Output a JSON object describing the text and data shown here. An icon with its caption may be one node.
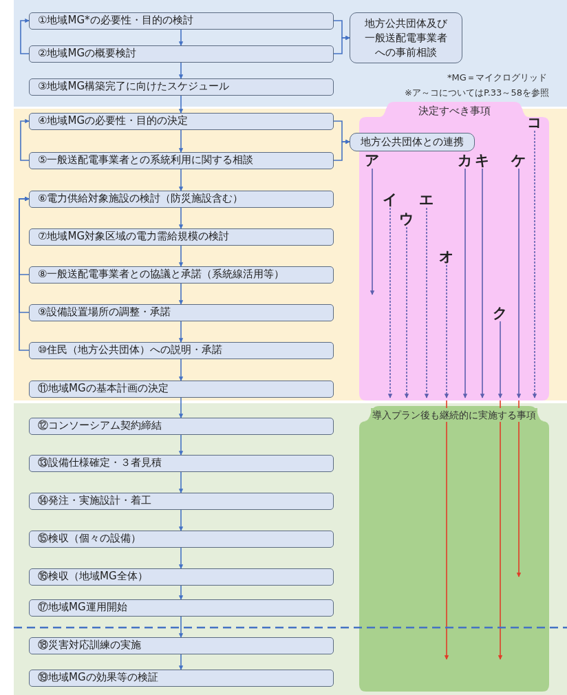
{
  "diagram": {
    "nodes": [
      {
        "text": [],
        "shape": "band"
      },
      {
        "text": [
          "①地域MG*の必要性・目的の検討"
        ],
        "in": 0
      },
      {
        "text": [
          "②地域MGの概要検討"
        ],
        "in": 0
      },
      {
        "text": [
          "地方公共団体及び一般送配電事業者への事前相談"
        ],
        "in": 0
      },
      {
        "text": [
          "③地域MG構築完了に向けたスケジュール"
        ],
        "in": 0
      },
      {
        "text": [],
        "shape": "band"
      },
      {
        "text": [
          "④地域MGの必要性・目的の決定"
        ],
        "in": 5
      },
      {
        "text": [
          "⑤一般送配電事業者との系統利用に関する相談"
        ],
        "in": 5
      },
      {
        "text": [
          "決定すべき事項"
        ],
        "in": 5
      },
      {
        "text": [
          "地方公共団体との連携"
        ],
        "in": 5
      },
      {
        "text": [
          "⑥電力供給対象施設の検討（防災施設含む）"
        ],
        "in": 5
      },
      {
        "text": [
          "⑦地域MG対象区域の電力需給規模の検討"
        ],
        "in": 5
      },
      {
        "text": [
          "⑧一般送配電事業者との協議と承諾（系統線活用等）"
        ],
        "in": 5
      },
      {
        "text": [
          "⑨設備設置場所の調整・承諾"
        ],
        "in": 5
      },
      {
        "text": [
          "⑩住民（地方公共団体）への説明・承諾"
        ],
        "in": 5
      },
      {
        "text": [
          "⑪地域MGの基本計画の決定"
        ],
        "in": 5
      },
      {
        "text": [],
        "shape": "band"
      },
      {
        "text": [
          "⑫コンソーシアム契約締結"
        ],
        "in": 16
      },
      {
        "text": [
          "⑬設備仕様確定・３者見積"
        ],
        "in": 16
      },
      {
        "text": [
          "⑭発注・実施設計・着工"
        ],
        "in": 16
      },
      {
        "text": [
          "⑮検収（個々の設備）"
        ],
        "in": 16
      },
      {
        "text": [
          "⑯検収（地域MG全体）"
        ],
        "in": 16
      },
      {
        "text": [
          "⑰地域MG運用開始"
        ],
        "in": 16
      },
      {
        "text": [
          "⑱災害対応訓練の実施"
        ],
        "in": 16
      },
      {
        "text": [
          "⑲地域MGの効果等の検証"
        ],
        "in": 16
      },
      {
        "text": [
          "導入プラン後も継続的に実施する事項"
        ],
        "in": 16
      },
      {
        "text": [
          "ア"
        ],
        "in": 8
      },
      {
        "text": [
          "イ"
        ],
        "in": 8
      },
      {
        "text": [
          "ウ"
        ],
        "in": 8
      },
      {
        "text": [
          "エ"
        ],
        "in": 8
      },
      {
        "text": [
          "オ"
        ],
        "in": 8
      },
      {
        "text": [
          "カ"
        ],
        "in": 8
      },
      {
        "text": [
          "キ"
        ],
        "in": 8
      },
      {
        "text": [
          "ク"
        ],
        "in": 8
      },
      {
        "text": [
          "ケ"
        ],
        "in": 8
      },
      {
        "text": [
          "コ"
        ],
        "in": 8
      }
    ],
    "edges": [
      {
        "from": 1,
        "to": 2,
        "arrow": "to"
      },
      {
        "from": 2,
        "to": 1,
        "arrow": "to"
      },
      {
        "from": 1,
        "to": 3,
        "arrow": "to"
      },
      {
        "from": 2,
        "to": 3,
        "arrow": "to"
      },
      {
        "from": 2,
        "to": 4,
        "arrow": "to"
      },
      {
        "from": 4,
        "to": 6,
        "arrow": "to"
      },
      {
        "from": 6,
        "to": 7,
        "arrow": "to"
      },
      {
        "from": 7,
        "to": 6,
        "arrow": "to"
      },
      {
        "from": 6,
        "to": 9,
        "arrow": "to"
      },
      {
        "from": 7,
        "to": 9,
        "arrow": "to"
      },
      {
        "from": 7,
        "to": 10,
        "arrow": "to"
      },
      {
        "from": 10,
        "to": 11,
        "arrow": "to"
      },
      {
        "from": 11,
        "to": 12,
        "arrow": "to"
      },
      {
        "from": 12,
        "to": 13,
        "arrow": "to"
      },
      {
        "from": 13,
        "to": 14,
        "arrow": "to"
      },
      {
        "from": 14,
        "to": 15,
        "arrow": "to"
      },
      {
        "from": 12,
        "to": 10,
        "arrow": "to"
      },
      {
        "from": 13,
        "to": 10,
        "arrow": "to"
      },
      {
        "from": 14,
        "to": 10,
        "arrow": "to"
      },
      {
        "from": 15,
        "to": 17,
        "arrow": "to"
      },
      {
        "from": 17,
        "to": 18,
        "arrow": "to"
      },
      {
        "from": 18,
        "to": 19,
        "arrow": "to"
      },
      {
        "from": 19,
        "to": 20,
        "arrow": "to"
      },
      {
        "from": 20,
        "to": 21,
        "arrow": "to"
      },
      {
        "from": 21,
        "to": 22,
        "arrow": "to"
      },
      {
        "from": 22,
        "to": 23,
        "arrow": "to"
      },
      {
        "from": 23,
        "to": 24,
        "arrow": "to"
      },
      {
        "from": 26,
        "to": null,
        "arrow": "to",
        "color": "#5d5fae"
      },
      {
        "from": 27,
        "to": 8,
        "arrow": "to",
        "style": "dashed",
        "color": "#5d5fae"
      },
      {
        "from": 28,
        "to": 8,
        "arrow": "to",
        "style": "dashed",
        "color": "#5d5fae"
      },
      {
        "from": 29,
        "to": 8,
        "arrow": "to",
        "style": "dashed",
        "color": "#5d5fae"
      },
      {
        "from": 30,
        "to": 8,
        "arrow": "to",
        "style": "dashed",
        "color": "#5d5fae"
      },
      {
        "from": 31,
        "to": 8,
        "arrow": "to",
        "color": "#5d5fae"
      },
      {
        "from": 32,
        "to": 8,
        "arrow": "to",
        "color": "#5d5fae"
      },
      {
        "from": 33,
        "to": 8,
        "arrow": "to",
        "color": "#5d5fae"
      },
      {
        "from": 34,
        "to": 8,
        "arrow": "to",
        "color": "#5d5fae"
      },
      {
        "from": 35,
        "to": 8,
        "arrow": "to",
        "style": "dashed",
        "color": "#5d5fae"
      },
      {
        "from": 8,
        "to": 25,
        "arrow": "to",
        "color": "#e03c28"
      },
      {
        "from": 8,
        "to": 25,
        "arrow": "to",
        "color": "#e03c28"
      },
      {
        "from": 8,
        "to": 25,
        "arrow": "to",
        "color": "#e03c28"
      }
    ],
    "labels": [
      "*MG＝マイクログリッド",
      "※ア～コについてはP.33～58を参照"
    ]
  }
}
